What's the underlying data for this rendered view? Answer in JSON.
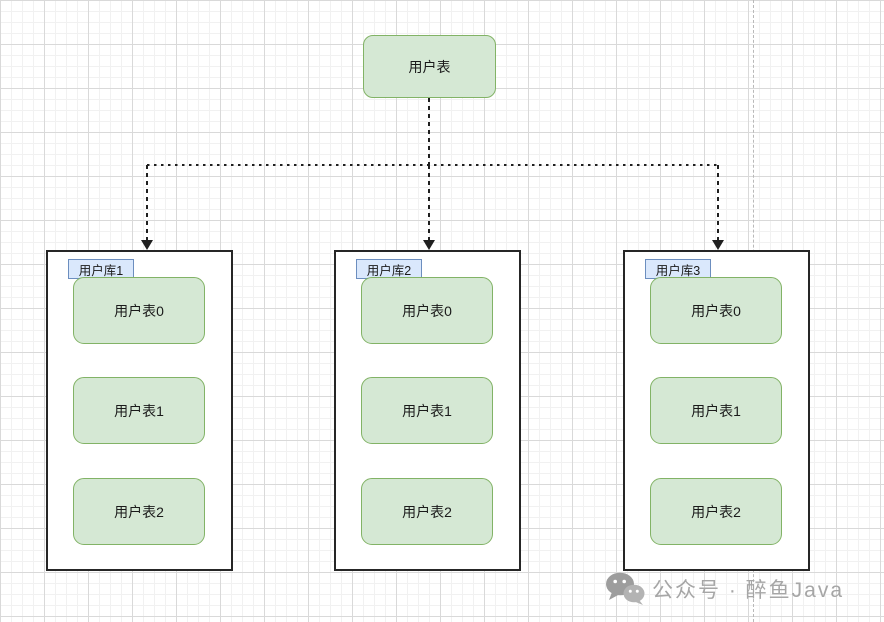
{
  "diagram": {
    "root_table": {
      "label": "用户表"
    },
    "databases": [
      {
        "label": "用户库1",
        "tables": [
          "用户表0",
          "用户表1",
          "用户表2"
        ]
      },
      {
        "label": "用户库2",
        "tables": [
          "用户表0",
          "用户表1",
          "用户表2"
        ]
      },
      {
        "label": "用户库3",
        "tables": [
          "用户表0",
          "用户表1",
          "用户表2"
        ]
      }
    ]
  },
  "watermark": {
    "icon": "wechat-icon",
    "text": "公众号 · 醉鱼Java"
  },
  "colors": {
    "node_fill": "#d5e8d4",
    "node_border": "#82b366",
    "label_fill": "#dae8fc",
    "label_border": "#6c8ebf",
    "container_border": "#262626",
    "connector": "#1f1f1f",
    "watermark_text": "#a6a6a6"
  }
}
